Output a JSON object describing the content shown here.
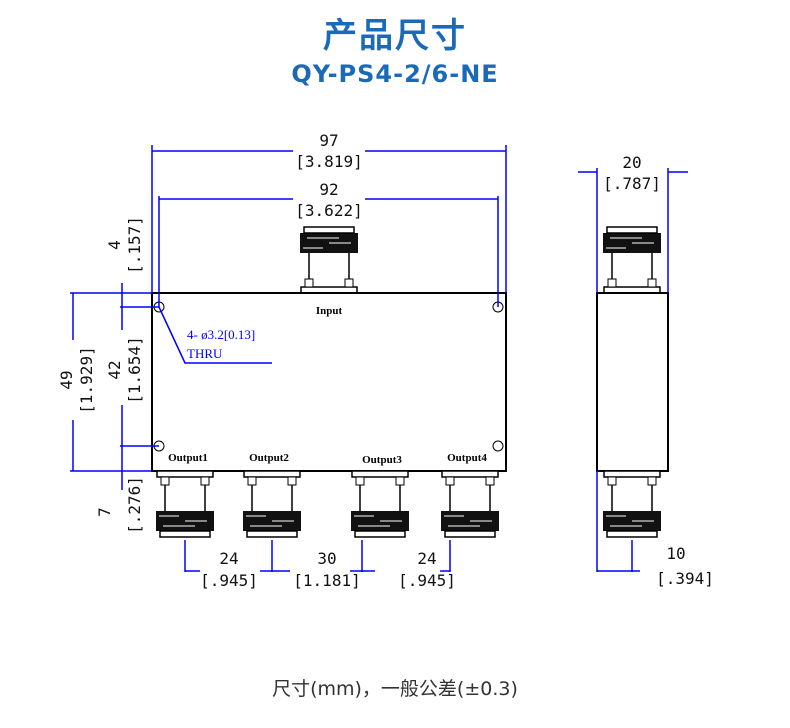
{
  "header": {
    "title": "产品尺寸",
    "model": "QY-PS4-2/6-NE"
  },
  "drawing": {
    "port_labels": {
      "input": "Input",
      "outputs": [
        "Output1",
        "Output2",
        "Output3",
        "Output4"
      ]
    },
    "hole_note": {
      "line1": "4- ø3.2[0.13]",
      "line2": "THRU"
    },
    "dimensions": {
      "overall_width": {
        "mm": "97",
        "in": "[3.819]"
      },
      "hole_spacing_x": {
        "mm": "92",
        "in": "[3.622]"
      },
      "hole_offset": {
        "mm": "4",
        "in": "[.157]"
      },
      "hole_spacing_y": {
        "mm": "42",
        "in": "[1.654]"
      },
      "overall_height": {
        "mm": "49",
        "in": "[1.929]"
      },
      "connector_length": {
        "mm": "7",
        "in": "[.276]"
      },
      "pitch_1_2": {
        "mm": "24",
        "in": "[.945]"
      },
      "pitch_2_3": {
        "mm": "30",
        "in": "[1.181]"
      },
      "pitch_3_4": {
        "mm": "24",
        "in": "[.945]"
      },
      "thickness": {
        "mm": "20",
        "in": "[.787]"
      },
      "connector_offset": {
        "mm": "10",
        "in": "[.394]"
      }
    }
  },
  "footer": {
    "note": "尺寸(mm)，一般公差(±0.3)"
  }
}
